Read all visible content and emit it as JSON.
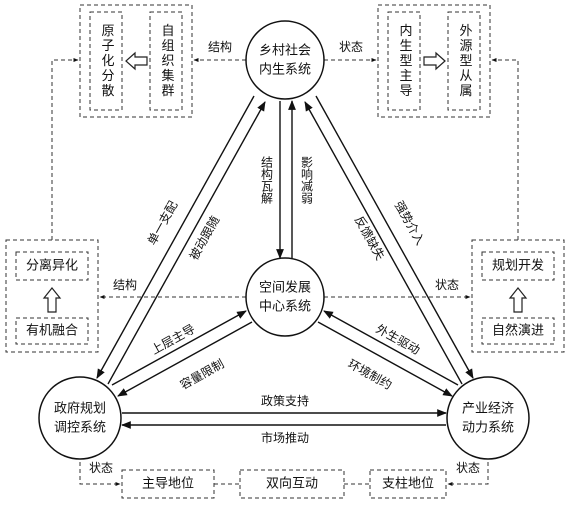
{
  "nodes": {
    "rural": {
      "line1": "乡村社会",
      "line2": "内生系统"
    },
    "center": {
      "line1": "空间发展",
      "line2": "中心系统"
    },
    "gov": {
      "line1": "政府规划",
      "line2": "调控系统"
    },
    "ind": {
      "line1": "产业经济",
      "line2": "动力系统"
    }
  },
  "boxes": {
    "top_left_a": "原子化分散",
    "top_left_b": "自组织集群",
    "top_right_a": "内生型主导",
    "top_right_b": "外源型从属",
    "left_top": "分离异化",
    "left_bottom": "有机融合",
    "right_top": "规划开发",
    "right_bottom": "自然演进",
    "bottom_left": "主导地位",
    "bottom_mid": "双向互动",
    "bottom_right": "支柱地位"
  },
  "labels": {
    "top_structure": "结构",
    "top_state": "状态",
    "mid_structure": "结构",
    "mid_state": "状态",
    "bottom_state_left": "状态",
    "bottom_state_right": "状态",
    "vert_left": "结构瓦解",
    "vert_right": "影响减弱",
    "diag_left_outer": "单一支配",
    "diag_left_inner": "被动跟随",
    "diag_right_outer": "强势介入",
    "diag_right_inner": "反馈缺失",
    "cl_upper": "上层主导",
    "cl_lower": "容量限制",
    "cr_upper": "外生驱动",
    "cr_lower": "环境制约",
    "h_top": "政策支持",
    "h_bottom": "市场推动"
  }
}
